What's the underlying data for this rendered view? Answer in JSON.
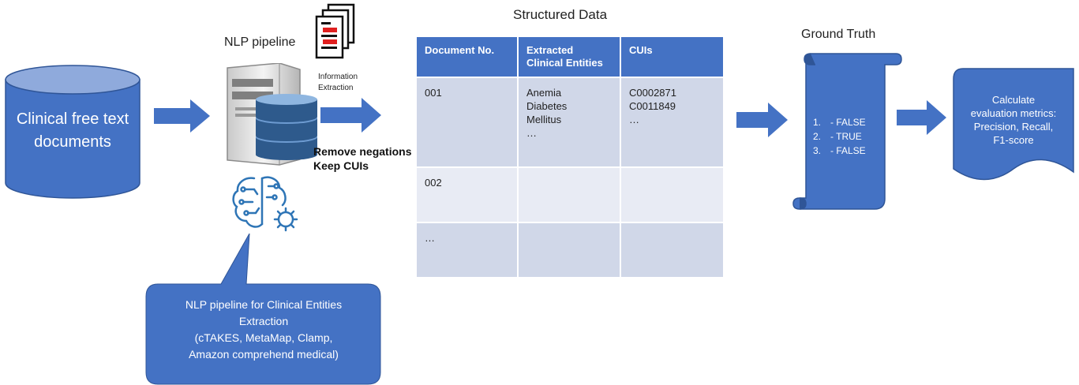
{
  "source_box": {
    "text_line1": "Clinical free text",
    "text_line2": "documents"
  },
  "pipeline": {
    "title": "NLP pipeline",
    "info_extraction_line1": "Information",
    "info_extraction_line2": "Extraction",
    "step_line1": "Remove negations",
    "step_line2": "Keep CUIs",
    "callout_lines": [
      "NLP pipeline for Clinical Entities",
      "Extraction",
      "(cTAKES, MetaMap, Clamp,",
      "Amazon comprehend medical)"
    ]
  },
  "structured": {
    "title": "Structured Data",
    "headers": [
      [
        "Document No."
      ],
      [
        "Extracted",
        "Clinical Entities"
      ],
      [
        "CUIs"
      ]
    ],
    "rows": [
      {
        "doc": "001",
        "entities": [
          "Anemia",
          "Diabetes",
          "Mellitus",
          "…"
        ],
        "cuis": [
          "C0002871",
          "C0011849",
          "…"
        ]
      },
      {
        "doc": "002",
        "entities": [],
        "cuis": []
      },
      {
        "doc": "…",
        "entities": [],
        "cuis": []
      }
    ]
  },
  "ground_truth": {
    "title": "Ground Truth",
    "items": [
      {
        "num": "1.",
        "value": "- FALSE"
      },
      {
        "num": "2.",
        "value": "- TRUE"
      },
      {
        "num": "3.",
        "value": "- FALSE"
      }
    ]
  },
  "metrics": {
    "lines": [
      "Calculate",
      "evaluation metrics:",
      "Precision, Recall,",
      "F1-score"
    ]
  },
  "colors": {
    "primary": "#4472c4",
    "dark": "#2f5597",
    "row_a": "#d0d7e8",
    "row_b": "#e8ebf4"
  }
}
